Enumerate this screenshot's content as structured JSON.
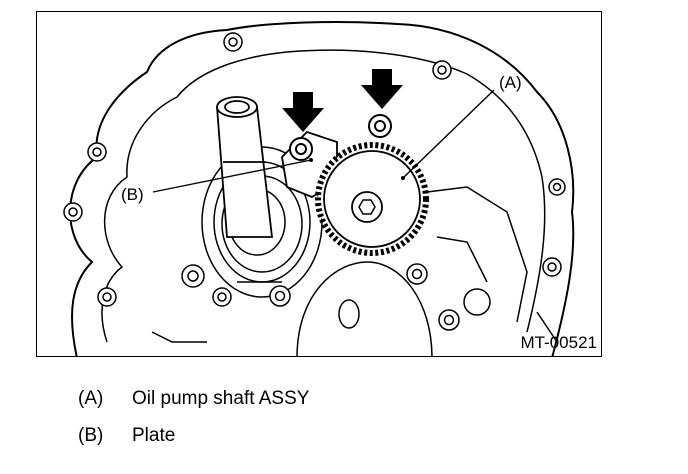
{
  "figure": {
    "id": "MT-00521",
    "callouts": {
      "a": "(A)",
      "b": "(B)"
    }
  },
  "legend": [
    {
      "key": "(A)",
      "text": "Oil pump shaft ASSY"
    },
    {
      "key": "(B)",
      "text": "Plate"
    }
  ],
  "colors": {
    "line": "#000000",
    "background": "#ffffff"
  }
}
